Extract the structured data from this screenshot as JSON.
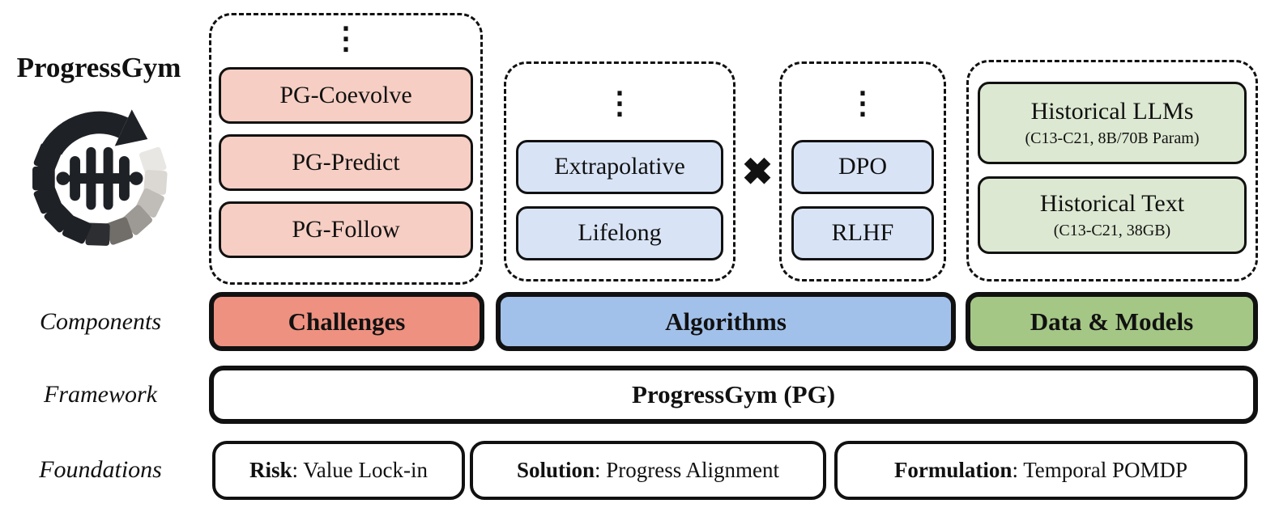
{
  "brand": {
    "title": "ProgressGym"
  },
  "row_labels": {
    "components": "Components",
    "framework": "Framework",
    "foundations": "Foundations"
  },
  "symbols": {
    "vertical_ellipsis": "⋮",
    "cross": "✖"
  },
  "challenges_group": {
    "items": [
      "PG-Coevolve",
      "PG-Predict",
      "PG-Follow"
    ]
  },
  "paradigms_group": {
    "items": [
      "Extrapolative",
      "Lifelong"
    ]
  },
  "optimizers_group": {
    "items": [
      "DPO",
      "RLHF"
    ]
  },
  "data_group": {
    "items": [
      {
        "title": "Historical LLMs",
        "subtitle": "(C13-C21, 8B/70B Param)"
      },
      {
        "title": "Historical Text",
        "subtitle": "(C13-C21, 38GB)"
      }
    ]
  },
  "components_row": {
    "challenges": "Challenges",
    "algorithms": "Algorithms",
    "data_models": "Data & Models"
  },
  "framework_row": {
    "title": "ProgressGym (PG)"
  },
  "foundations_row": {
    "items": [
      {
        "term": "Risk",
        "rest": ": Value Lock-in"
      },
      {
        "term": "Solution",
        "rest": ": Progress Alignment"
      },
      {
        "term": "Formulation",
        "rest": ": Temporal POMDP"
      }
    ]
  },
  "colors": {
    "challenge_light": "#f6cec3",
    "challenge_accent": "#ee9181",
    "algorithm_light": "#d8e4f6",
    "algorithm_accent": "#a2c1ea",
    "data_light": "#dce8d1",
    "data_accent": "#a5c786",
    "border": "#111111"
  }
}
